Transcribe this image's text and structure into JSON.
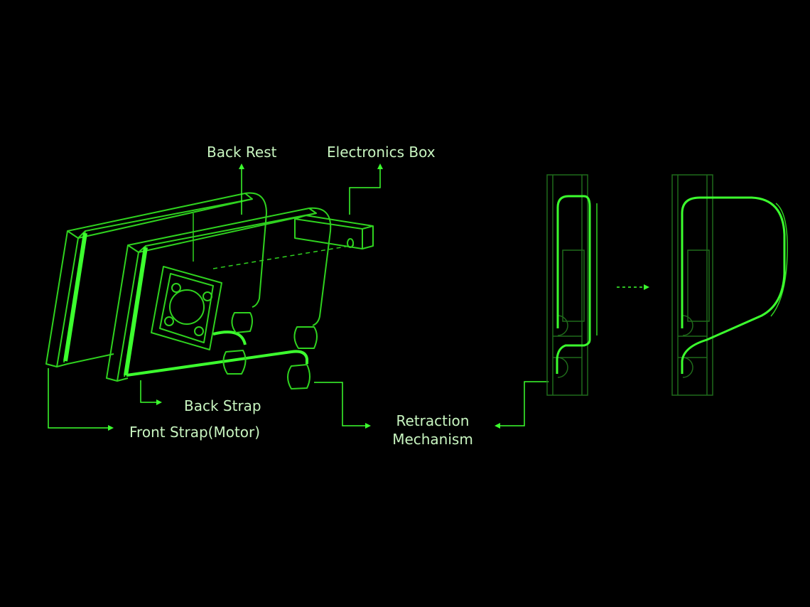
{
  "labels": {
    "back_rest": "Back Rest",
    "electronics_box": "Electronics Box",
    "back_strap": "Back Strap",
    "front_strap": "Front Strap(Motor)",
    "retraction_line1": "Retraction",
    "retraction_line2": "Mechanism"
  },
  "colors": {
    "background": "#000000",
    "bright_green": "#3cff2e",
    "line_green": "#2fd21f",
    "dim_green": "#1f6a1a",
    "label_text": "#c8f5c0"
  }
}
